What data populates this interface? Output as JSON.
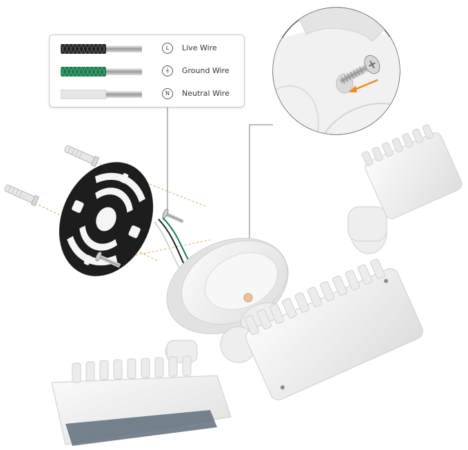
{
  "legend": {
    "items": [
      {
        "symbol": "L",
        "label": "Live Wire",
        "jacket_color": "#1c1c1c"
      },
      {
        "symbol": "⏚",
        "label": "Ground Wire",
        "jacket_color": "#137a48"
      },
      {
        "symbol": "N",
        "label": "Neutral Wire",
        "jacket_color": "#e6e6e6"
      }
    ]
  },
  "colors": {
    "mount_plate": "#1d1d1d",
    "fixture_body": "#f0f0f0",
    "fixture_shadow": "#cfcfcf",
    "leader_line": "#7a7a7a",
    "guide_dashes": "#d9a24a",
    "screw_arrow": "#ef8b1c",
    "lens": "#5f6d7a"
  },
  "icons": [
    "live-symbol-icon",
    "ground-symbol-icon",
    "neutral-symbol-icon",
    "screw-icon",
    "wall-anchor-icon"
  ]
}
